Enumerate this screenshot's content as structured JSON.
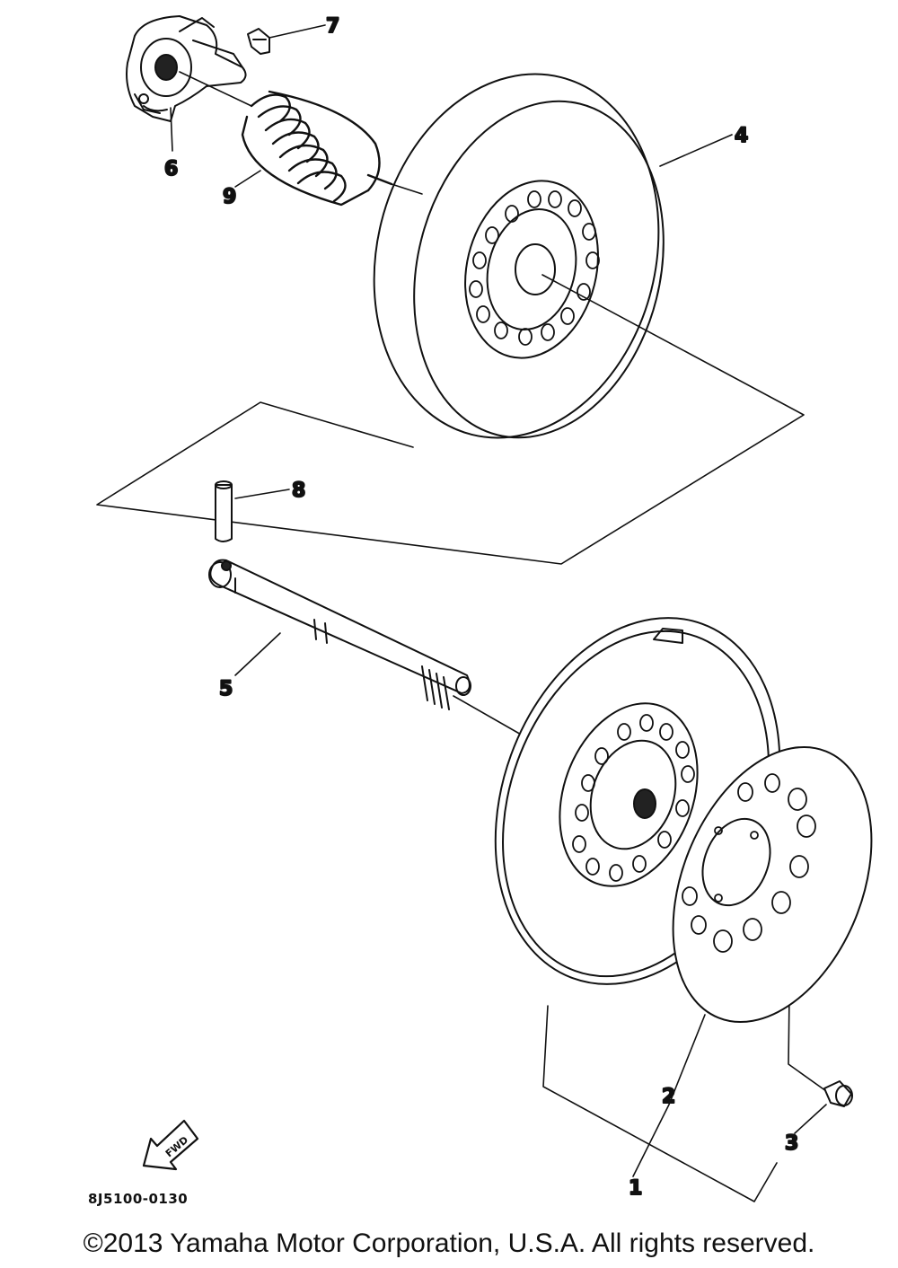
{
  "diagram": {
    "callouts": [
      "1",
      "2",
      "3",
      "4",
      "5",
      "6",
      "7",
      "8",
      "9"
    ],
    "fwd_label": "FWD",
    "drawing_code": "8J5100-0130"
  },
  "footer": {
    "copyright": "©2013 Yamaha Motor Corporation, U.S.A. All rights reserved."
  }
}
